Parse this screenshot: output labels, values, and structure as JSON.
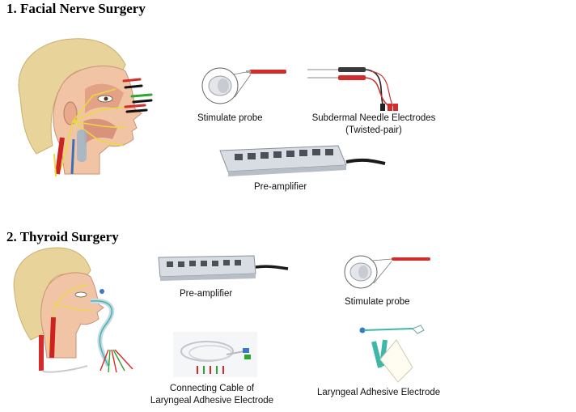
{
  "section1": {
    "title": "1. Facial Nerve Surgery",
    "stimulate_probe": "Stimulate probe",
    "needle_electrodes_line1": "Subdermal Needle Electrodes",
    "needle_electrodes_line2": "(Twisted-pair)",
    "preamplifier": "Pre-amplifier"
  },
  "section2": {
    "title": "2. Thyroid Surgery",
    "preamplifier": "Pre-amplifier",
    "stimulate_probe": "Stimulate probe",
    "connecting_cable_line1": "Connecting Cable of",
    "connecting_cable_line2": "Laryngeal Adhesive Electrode",
    "laryngeal_electrode": "Laryngeal Adhesive Electrode"
  },
  "colors": {
    "skin": "#f2c4a6",
    "hair": "#e8d49a",
    "nerve": "#e6dc3c",
    "artery": "#cc2222",
    "device_body": "#d8dde4",
    "device_panel": "#4a4f58",
    "cable": "#1a1a1a",
    "probe_red": "#d42b2b",
    "teal": "#3fb7a8"
  }
}
